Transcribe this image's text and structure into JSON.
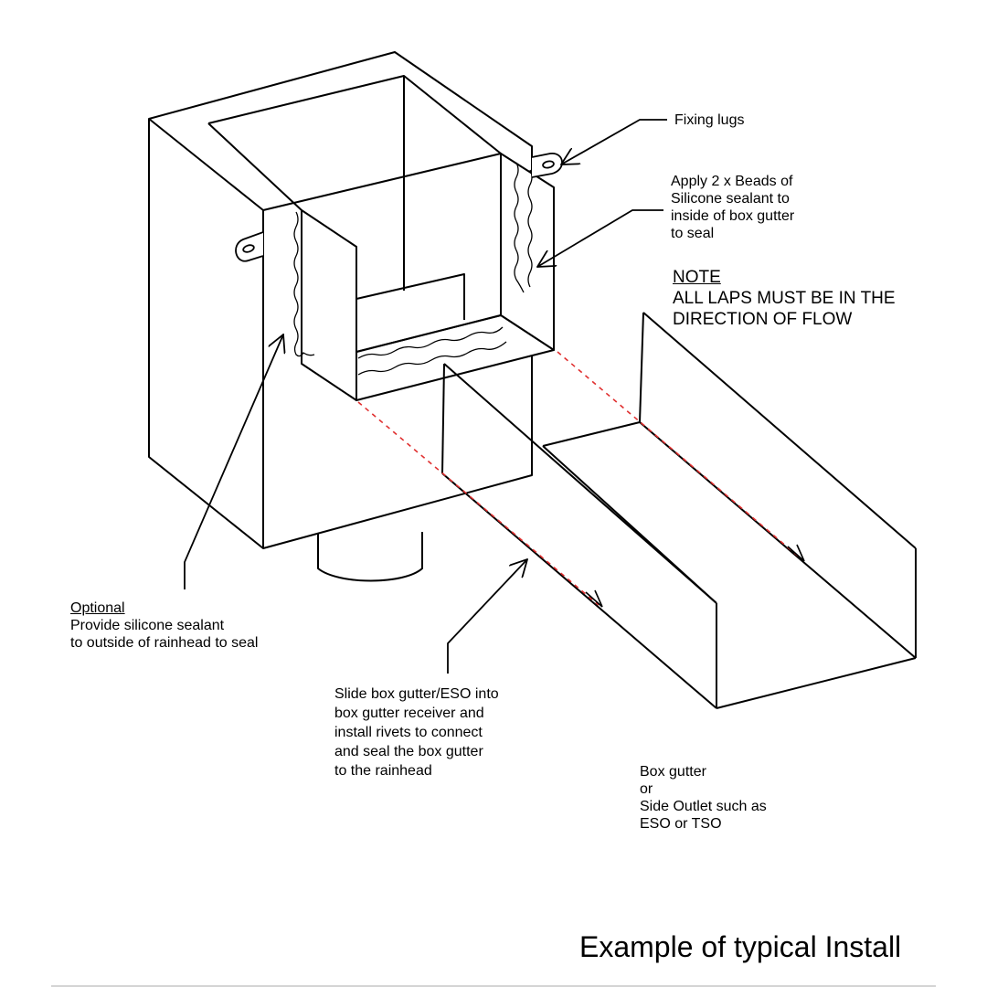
{
  "labels": {
    "fixing_lugs": "Fixing lugs",
    "sealant_inside": [
      "Apply 2 x Beads of",
      "Silicone sealant to",
      "inside of box gutter",
      "to seal"
    ],
    "note_heading": "NOTE",
    "note_body": [
      "ALL LAPS MUST BE IN THE",
      "DIRECTION OF FLOW"
    ],
    "optional_heading": "Optional",
    "optional_body": [
      "Provide silicone sealant",
      "to outside of rainhead to seal"
    ],
    "slide_instruction": [
      "Slide box gutter/ESO into",
      "box gutter receiver and",
      "install rivets to connect",
      "and seal the box gutter",
      "to the rainhead"
    ],
    "box_gutter": [
      "Box gutter",
      "or",
      "Side Outlet such as",
      "ESO or TSO"
    ]
  },
  "caption": "Example of typical Install",
  "colors": {
    "line": "#000000",
    "flow_dash": "#e03030",
    "rule": "#d4d4d4"
  }
}
